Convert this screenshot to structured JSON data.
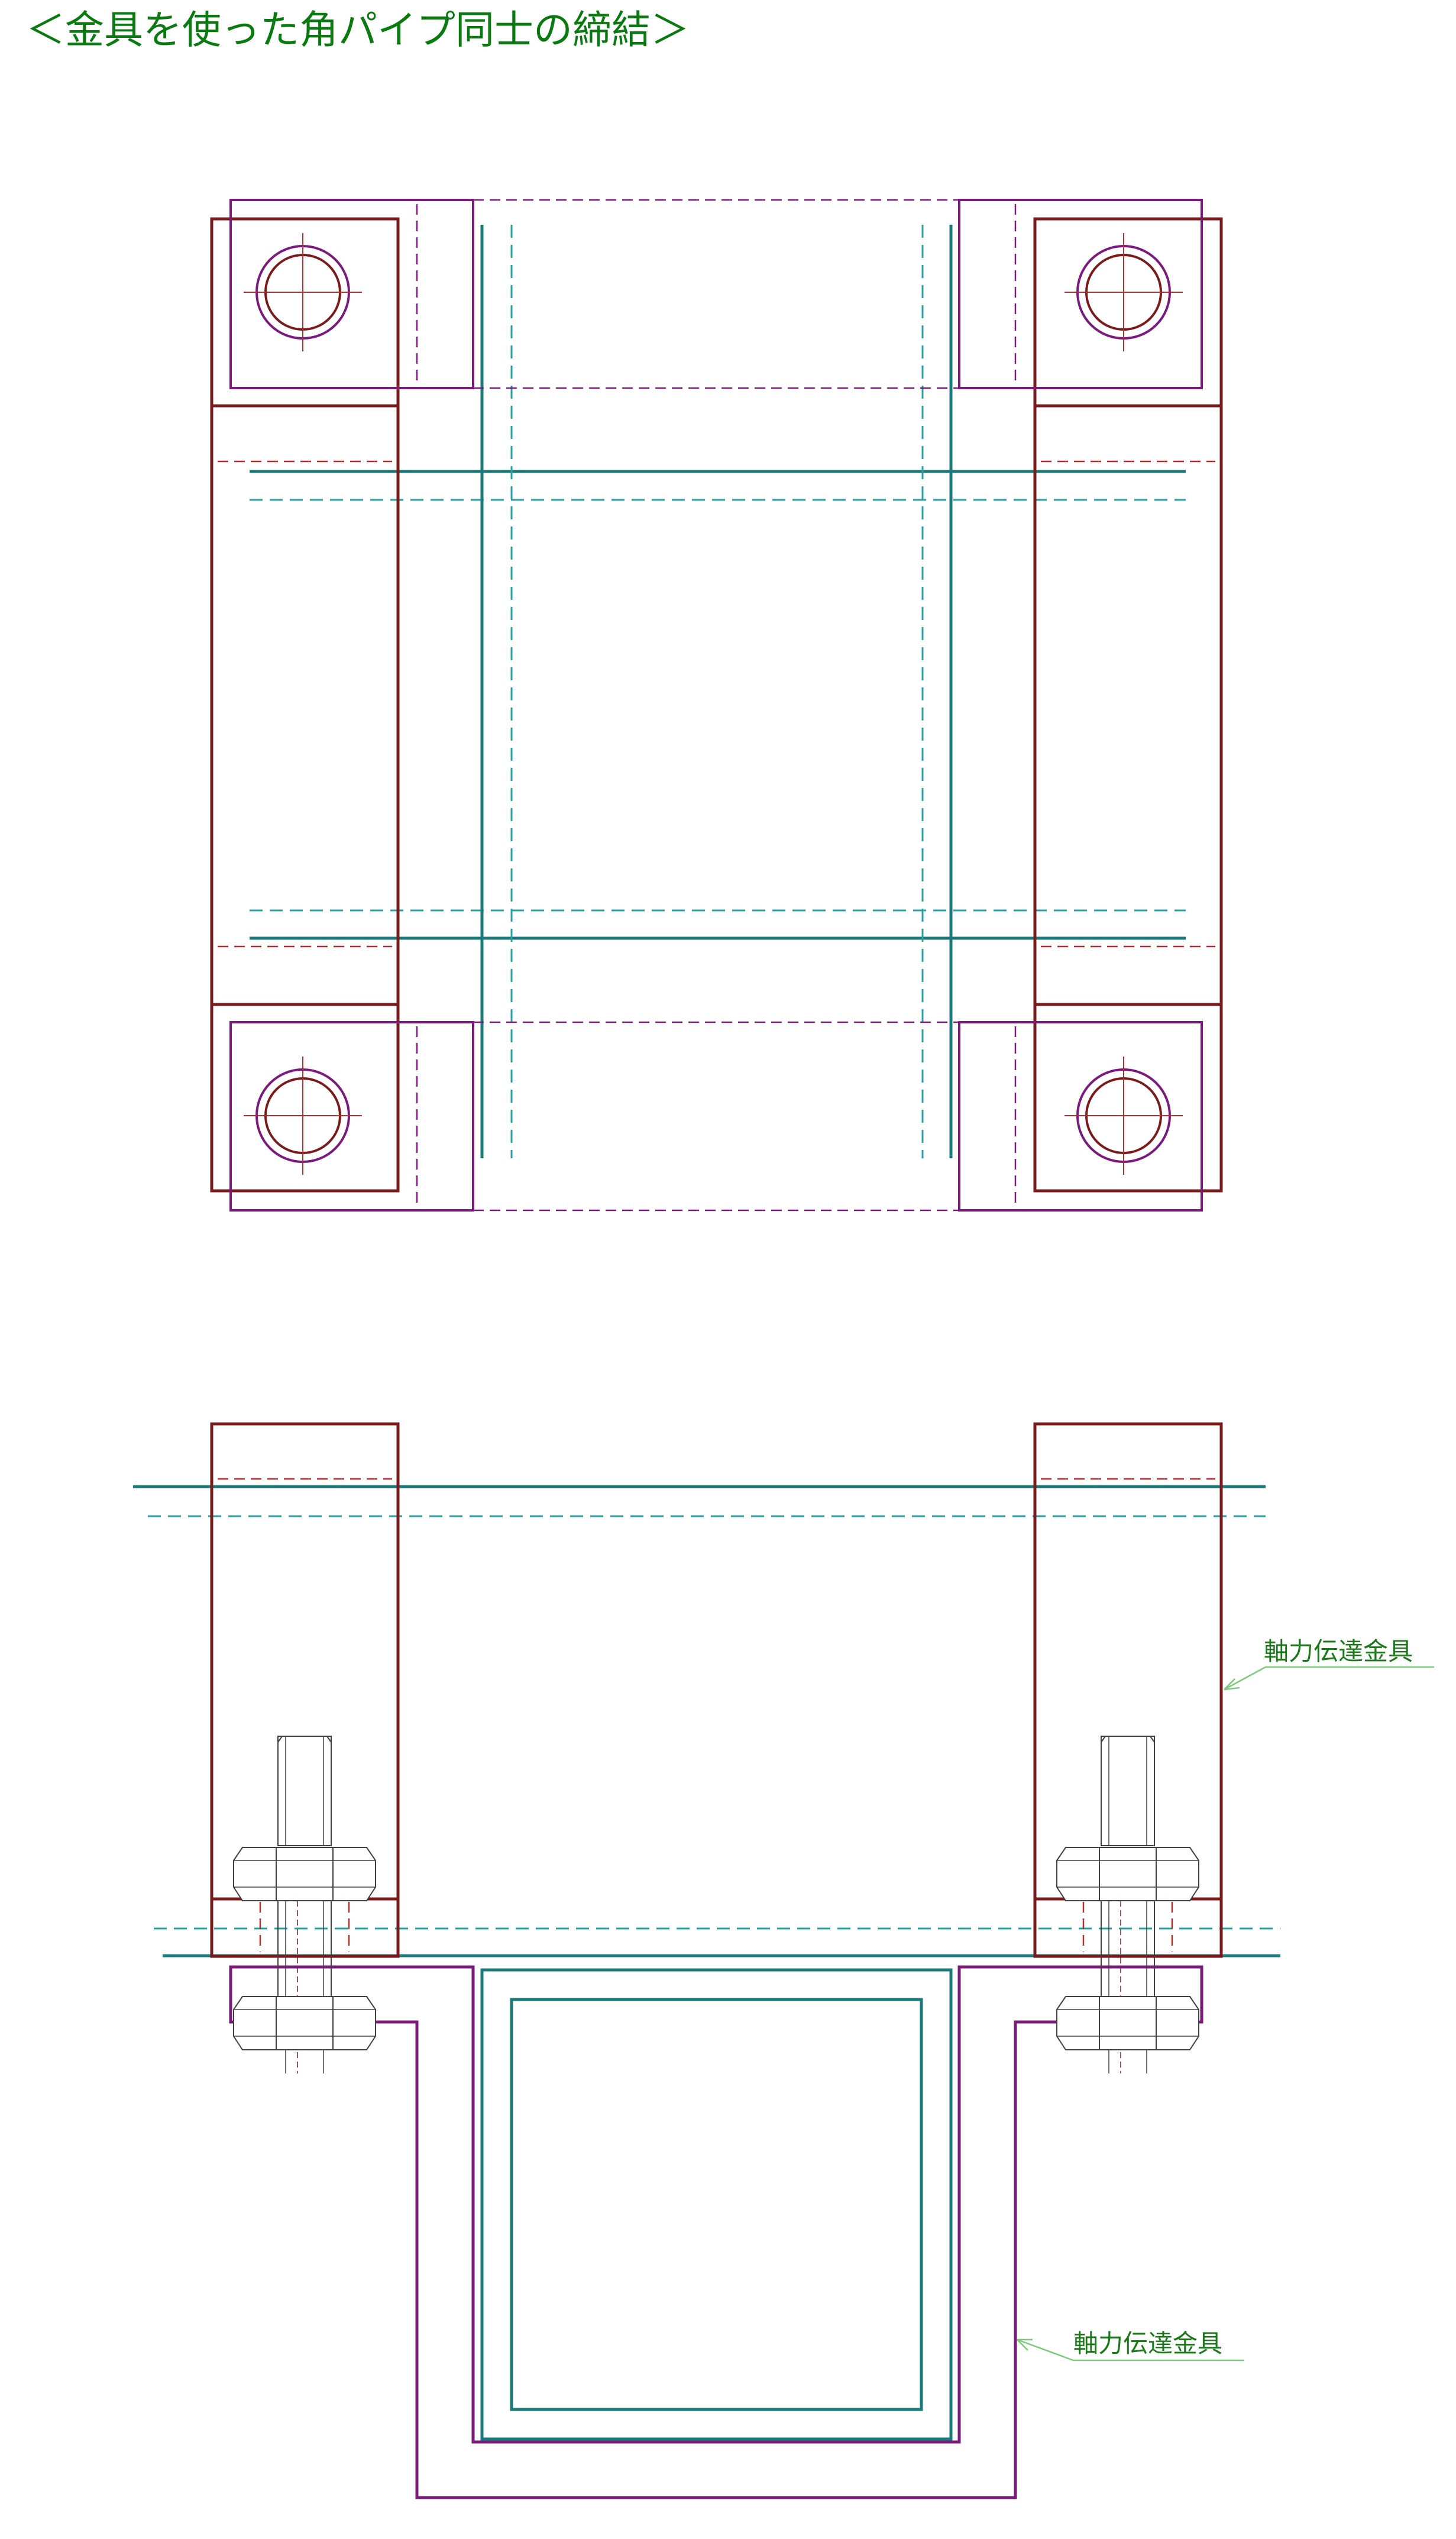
{
  "title": "＜金具を使った角パイプ同士の締結＞",
  "labels": {
    "upper_callout": "軸力伝達金具",
    "lower_callout": "軸力伝達金具"
  },
  "colors": {
    "title_text": "#0a7a10",
    "label_text": "#1a7a1a",
    "leader": "#7ec87e",
    "bracket": "#7a1a1a",
    "fitting": "#7a1a7a",
    "pipe": "#1a7a7a",
    "hidden_pipe": "#2aa0a0",
    "center_line": "#b03030",
    "bolt": "#404040"
  }
}
